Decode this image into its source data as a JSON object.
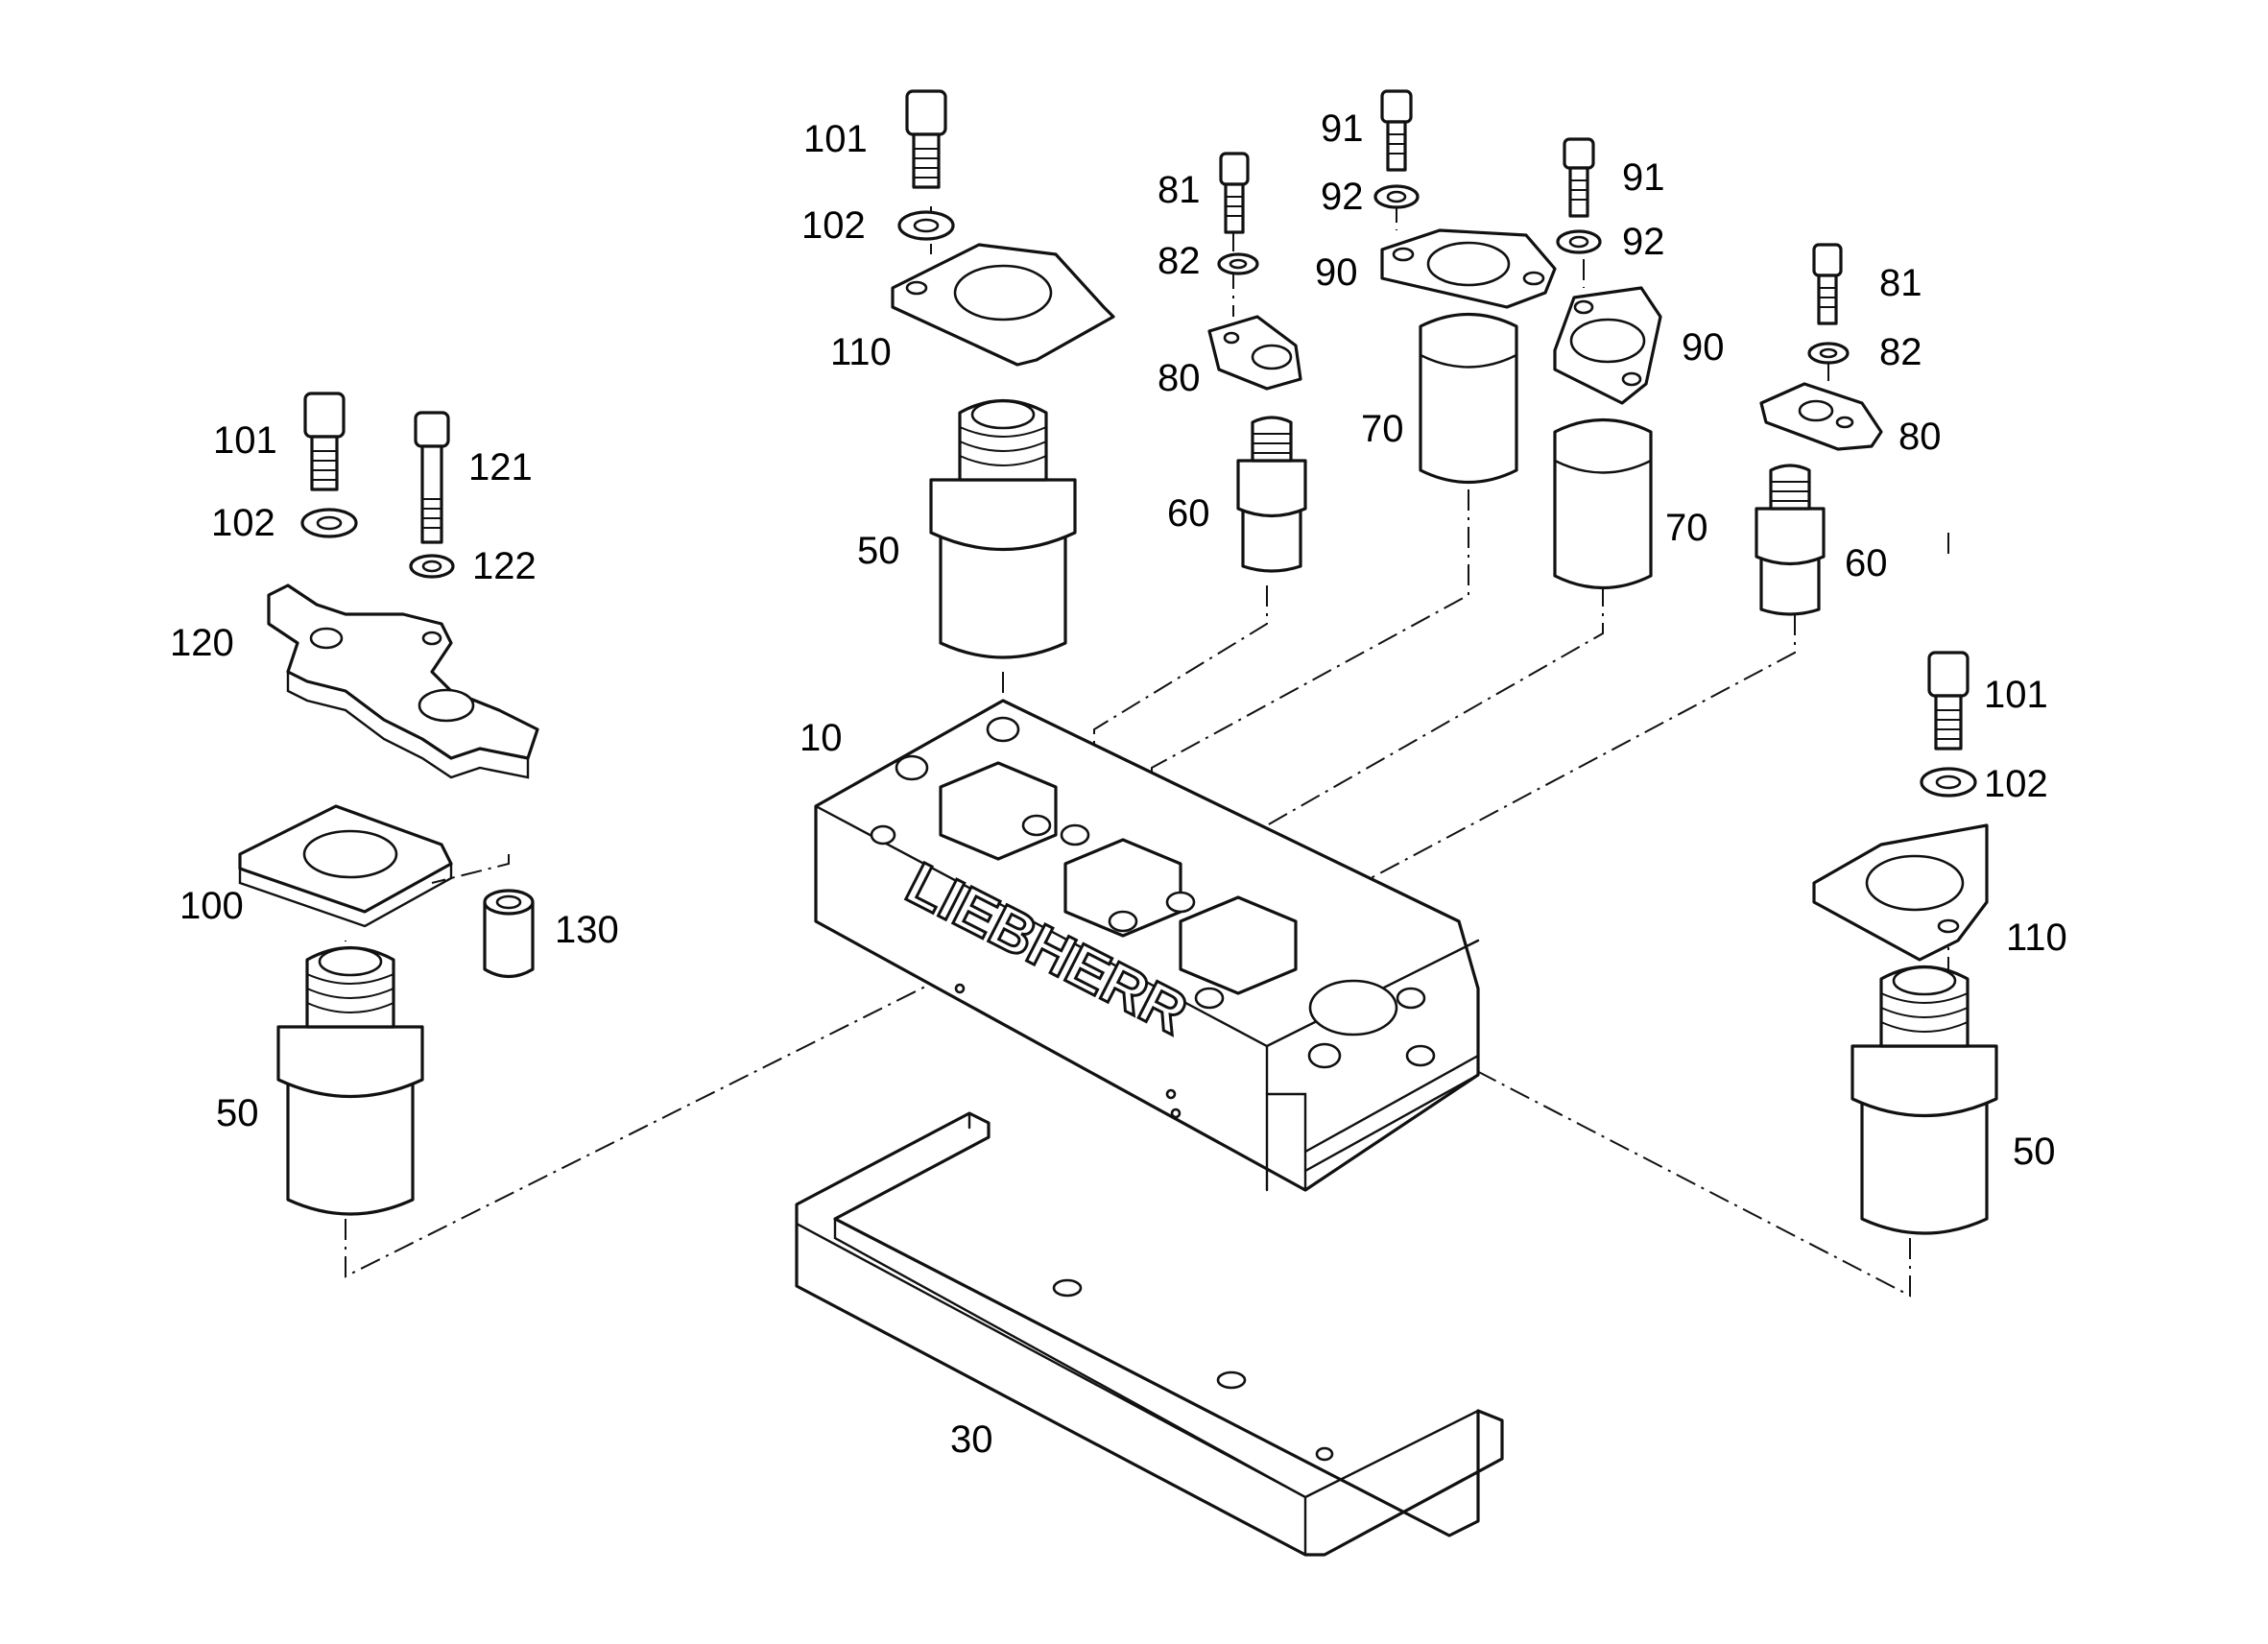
{
  "diagram": {
    "logo_text": "LIEBHERR",
    "part_labels": [
      {
        "id": "p101a",
        "text": "101"
      },
      {
        "id": "p102a",
        "text": "102"
      },
      {
        "id": "p110a",
        "text": "110"
      },
      {
        "id": "p50a",
        "text": "50"
      },
      {
        "id": "p81a",
        "text": "81"
      },
      {
        "id": "p82a",
        "text": "82"
      },
      {
        "id": "p80a",
        "text": "80"
      },
      {
        "id": "p60a",
        "text": "60"
      },
      {
        "id": "p91a",
        "text": "91"
      },
      {
        "id": "p92a",
        "text": "92"
      },
      {
        "id": "p90a",
        "text": "90"
      },
      {
        "id": "p70a",
        "text": "70"
      },
      {
        "id": "p91b",
        "text": "91"
      },
      {
        "id": "p92b",
        "text": "92"
      },
      {
        "id": "p90b",
        "text": "90"
      },
      {
        "id": "p70b",
        "text": "70"
      },
      {
        "id": "p81b",
        "text": "81"
      },
      {
        "id": "p82b",
        "text": "82"
      },
      {
        "id": "p80b",
        "text": "80"
      },
      {
        "id": "p60b",
        "text": "60"
      },
      {
        "id": "p101b",
        "text": "101"
      },
      {
        "id": "p102b",
        "text": "102"
      },
      {
        "id": "p121",
        "text": "121"
      },
      {
        "id": "p122",
        "text": "122"
      },
      {
        "id": "p120",
        "text": "120"
      },
      {
        "id": "p100",
        "text": "100"
      },
      {
        "id": "p130",
        "text": "130"
      },
      {
        "id": "p50b",
        "text": "50"
      },
      {
        "id": "p10",
        "text": "10"
      },
      {
        "id": "p101c",
        "text": "101"
      },
      {
        "id": "p102c",
        "text": "102"
      },
      {
        "id": "p110b",
        "text": "110"
      },
      {
        "id": "p50c",
        "text": "50"
      },
      {
        "id": "p30",
        "text": "30"
      }
    ]
  }
}
